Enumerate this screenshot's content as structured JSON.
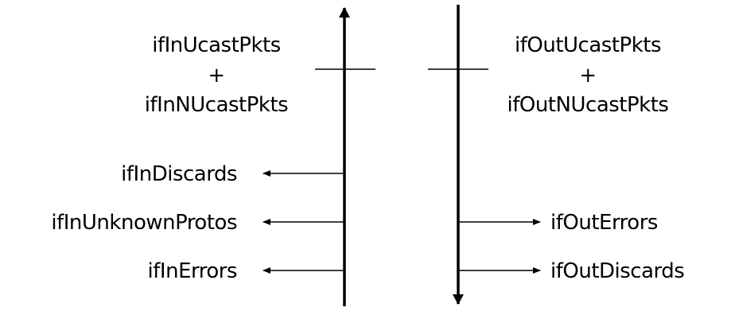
{
  "inbound": {
    "total": {
      "line1": "ifInUcastPkts",
      "plus": "+",
      "line2": "ifInNUcastPkts"
    },
    "outputs": [
      "ifInDiscards",
      "ifInUnknownProtos",
      "ifInErrors"
    ]
  },
  "outbound": {
    "total": {
      "line1": "ifOutUcastPkts",
      "plus": "+",
      "line2": "ifOutNUcastPkts"
    },
    "outputs": [
      "ifOutErrors",
      "ifOutDiscards"
    ]
  },
  "colors": {
    "stroke": "#000000",
    "background": "#ffffff"
  }
}
